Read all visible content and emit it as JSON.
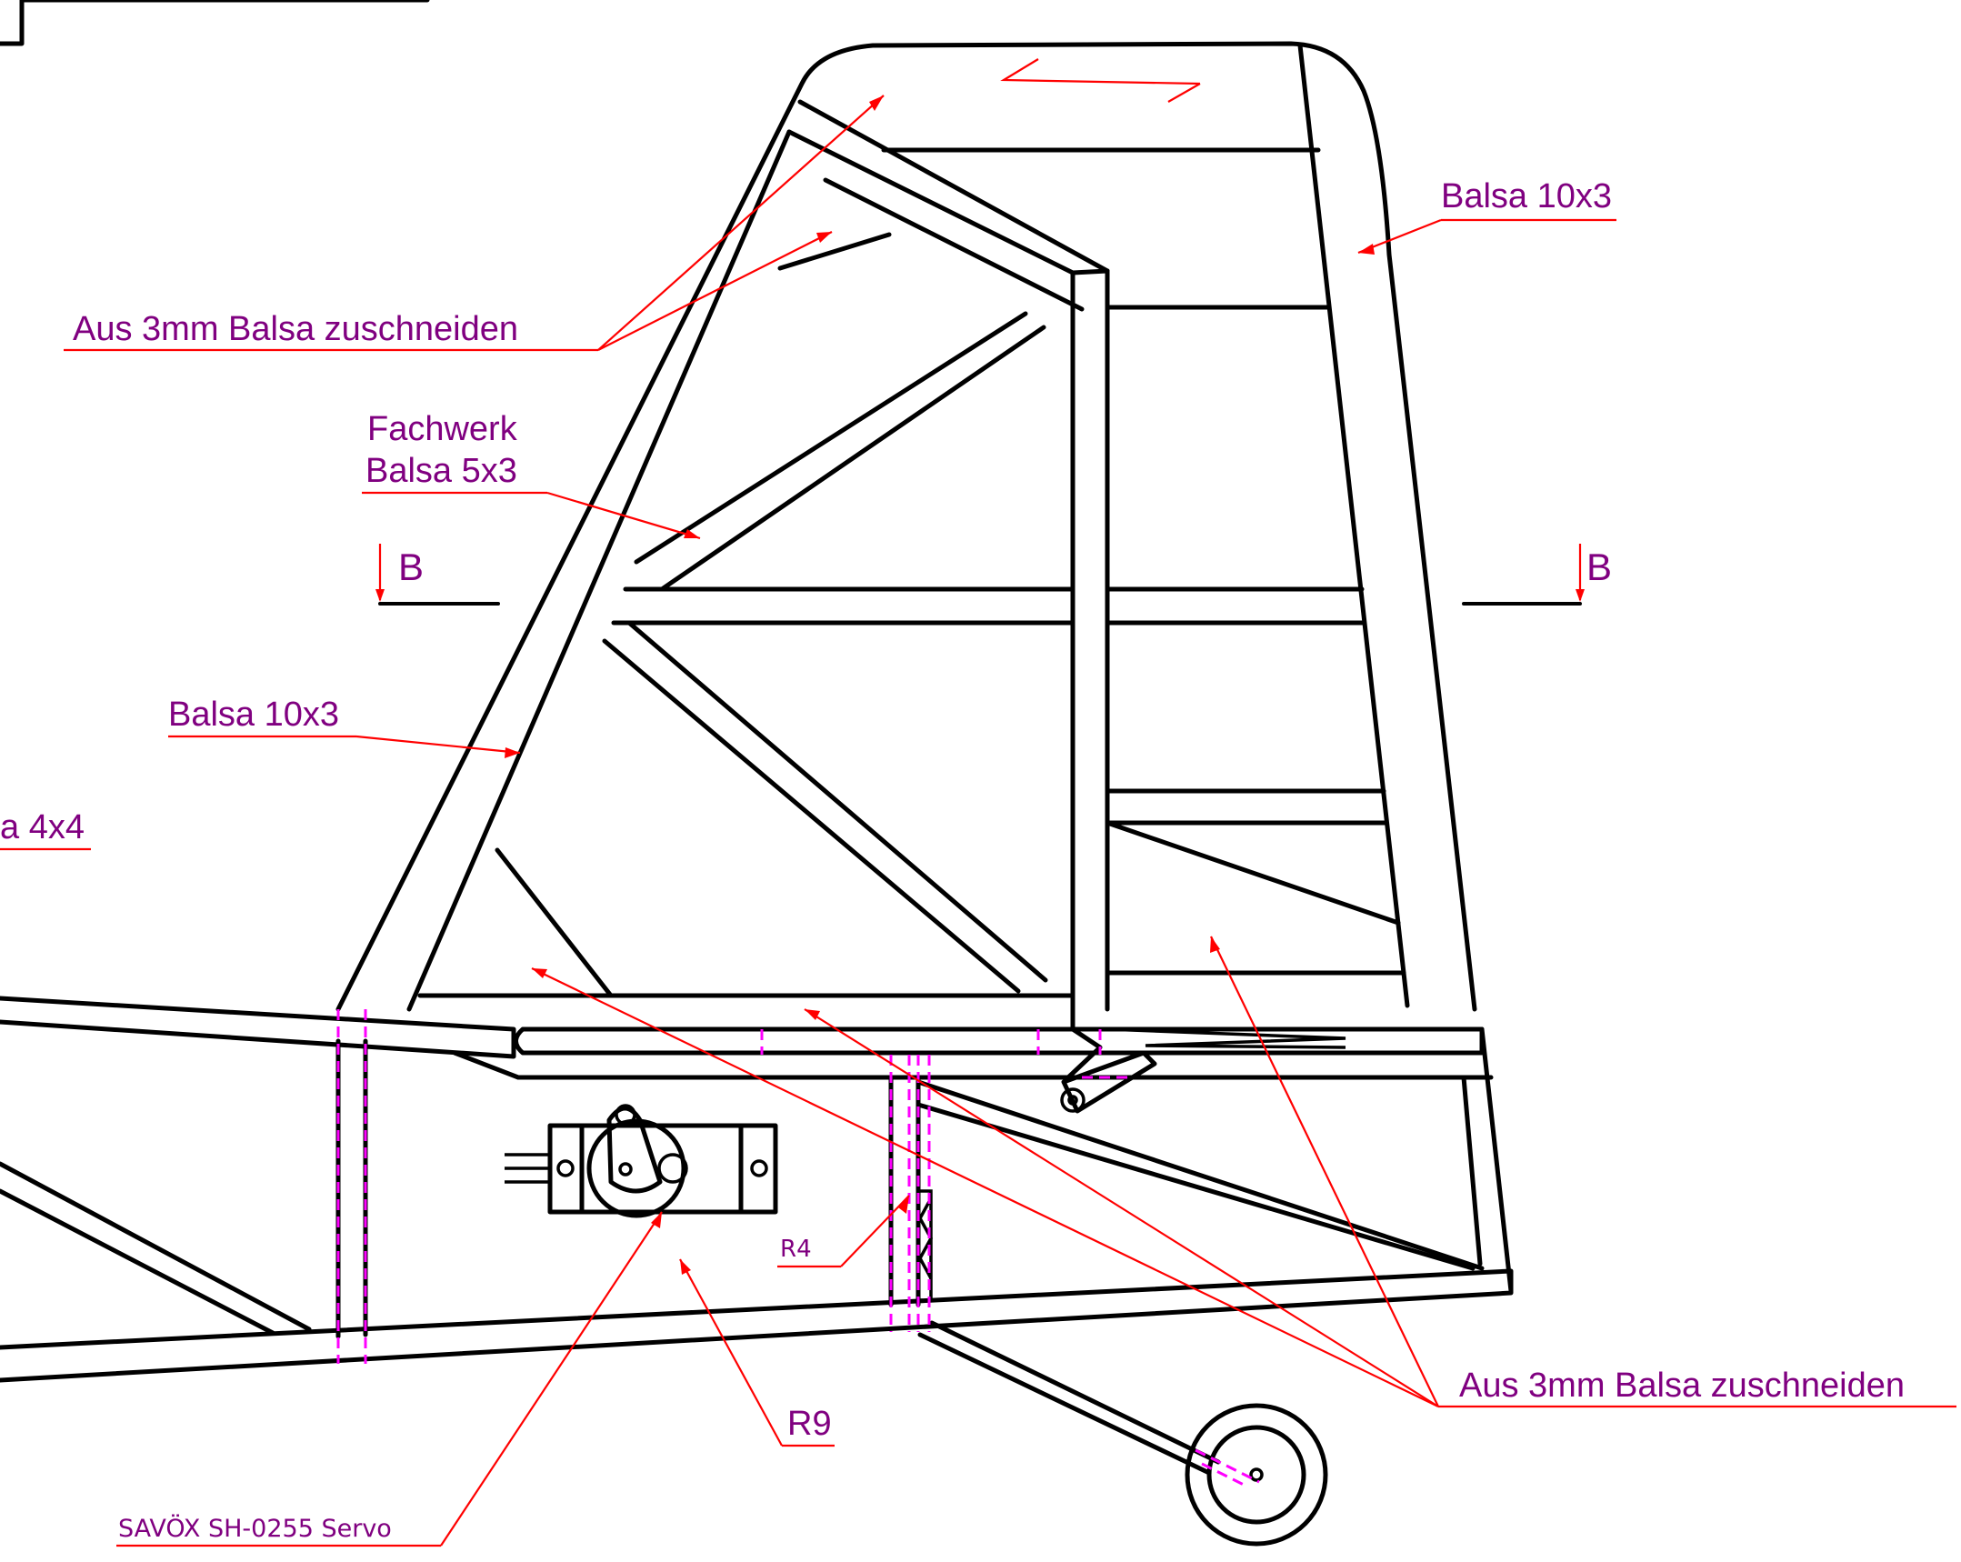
{
  "colors": {
    "label_text": "#800080",
    "leader_line": "#ff0000",
    "structure": "#000000",
    "hidden_line": "#ff00ff",
    "background": "#ffffff"
  },
  "labels": {
    "top_left_cut": "Aus 3mm Balsa zuschneiden",
    "fachwerk_line1": "Fachwerk",
    "fachwerk_line2": "Balsa 5x3",
    "section_left": "B",
    "section_right": "B",
    "balsa_leading": "Balsa 10x3",
    "balsa_partial": "a 4x4",
    "balsa_trailing": "Balsa 10x3",
    "r4": "R4",
    "r9": "R9",
    "servo": "SAVÖX SH-0255 Servo",
    "bottom_right_cut": "Aus 3mm Balsa zuschneiden"
  }
}
